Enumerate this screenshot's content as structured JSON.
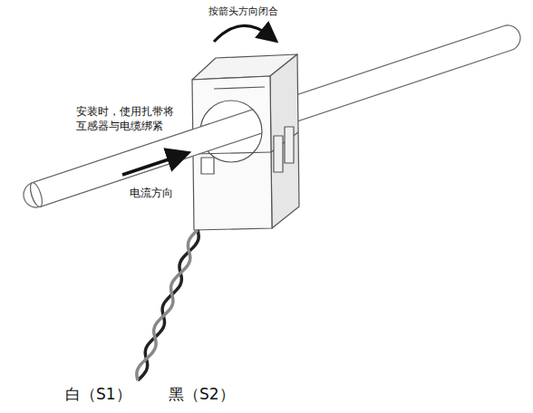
{
  "diagram": {
    "labels": [
      "按箭头方向闭合",
      "安装时，使用扎带将 互感器与电缆绑紧",
      "电流方向",
      "白（S1）",
      "黑（S2）"
    ]
  }
}
